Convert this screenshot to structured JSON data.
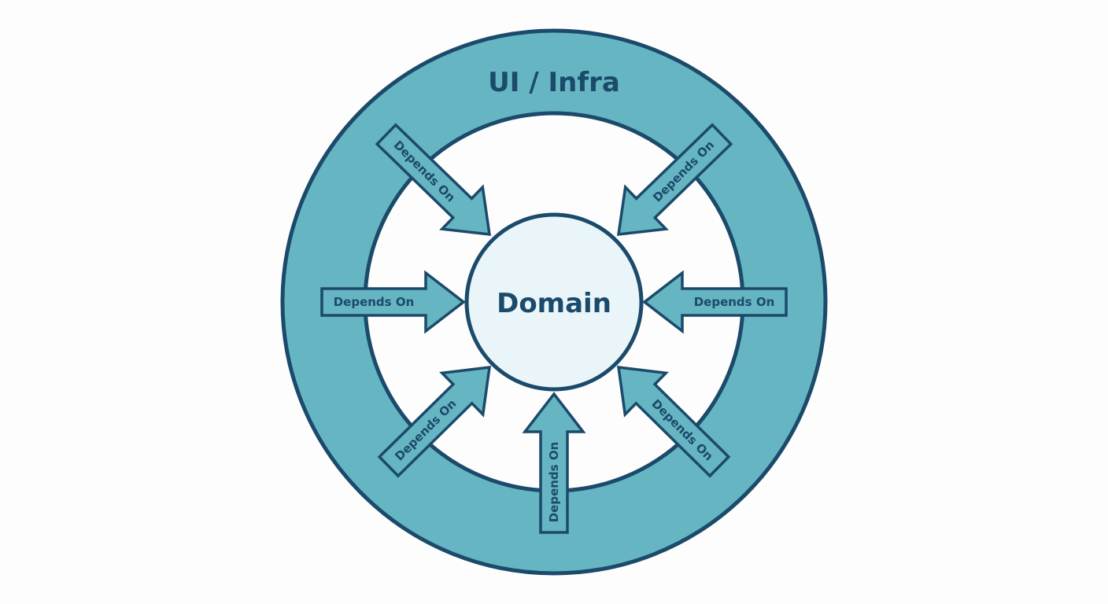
{
  "diagram": {
    "outer_layer": {
      "label": "UI / Infra"
    },
    "core": {
      "label": "Domain"
    },
    "arrows": [
      {
        "id": "top-left",
        "label": "Depends On"
      },
      {
        "id": "top-right",
        "label": "Depends On"
      },
      {
        "id": "left",
        "label": "Depends On"
      },
      {
        "id": "right",
        "label": "Depends On"
      },
      {
        "id": "bottom-left",
        "label": "Depends On"
      },
      {
        "id": "bottom",
        "label": "Depends On"
      },
      {
        "id": "bottom-right",
        "label": "Depends On"
      }
    ]
  },
  "colors": {
    "ring": "#66b5c2",
    "stroke": "#1b4a6b",
    "core_fill": "#eaf5f9",
    "background": "#fdfdfd"
  }
}
